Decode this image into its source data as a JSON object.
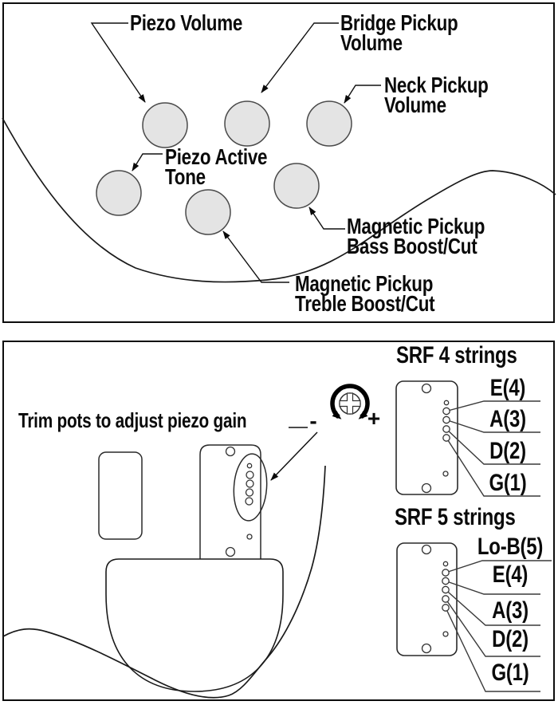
{
  "top_panel": {
    "labels": {
      "piezo_volume": {
        "line1": "Piezo Volume"
      },
      "bridge_pickup_volume": {
        "line1": "Bridge Pickup",
        "line2": "Volume"
      },
      "neck_pickup_volume": {
        "line1": "Neck Pickup",
        "line2": "Volume"
      },
      "piezo_active_tone": {
        "line1": "Piezo Active",
        "line2": "Tone"
      },
      "magnetic_bass": {
        "line1": "Magnetic Pickup",
        "line2": "Bass Boost/Cut"
      },
      "magnetic_treble": {
        "line1": "Magnetic Pickup",
        "line2": "Treble Boost/Cut"
      }
    }
  },
  "bottom_panel": {
    "trim_pots_label": "Trim pots to adjust piezo gain",
    "minus_sign": "-",
    "plus_sign": "+",
    "srf4": {
      "title": "SRF 4 strings",
      "strings": [
        "E(4)",
        "A(3)",
        "D(2)",
        "G(1)"
      ]
    },
    "srf5": {
      "title": "SRF 5 strings",
      "strings": [
        "Lo-B(5)",
        "E(4)",
        "A(3)",
        "D(2)",
        "G(1)"
      ]
    }
  },
  "colors": {
    "knob_fill": "#e4e4e4",
    "line": "#111111"
  }
}
